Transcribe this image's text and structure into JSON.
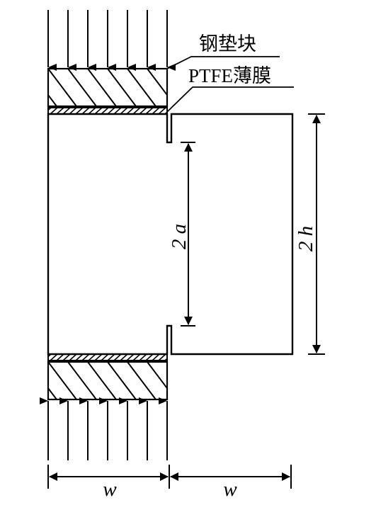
{
  "labels": {
    "steel_block": "钢垫块",
    "ptfe_film": "PTFE薄膜",
    "crack_length": "2 a",
    "specimen_height": "2 h",
    "width_left": "w",
    "width_right": "w"
  },
  "colors": {
    "ink": "#000000",
    "background": "#ffffff"
  }
}
